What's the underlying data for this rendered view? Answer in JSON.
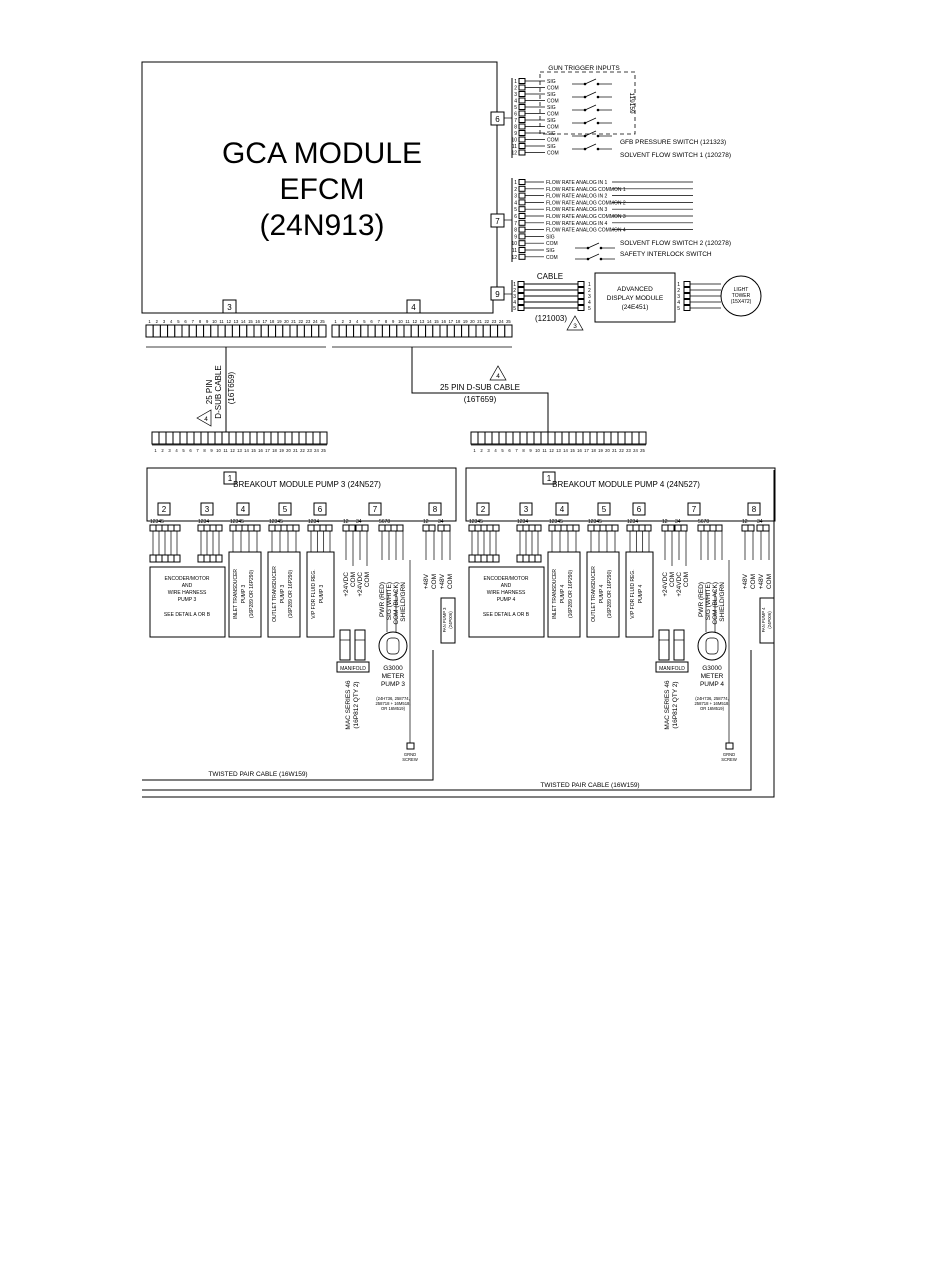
{
  "module": {
    "line1": "GCA MODULE",
    "line2": "EFCM",
    "line3": "(24N913)"
  },
  "gun_trigger": {
    "title": "GUN TRIGGER INPUTS",
    "part": "119159"
  },
  "conn6": {
    "num": "6",
    "pins": [
      "1",
      "2",
      "3",
      "4",
      "5",
      "6",
      "7",
      "8",
      "9",
      "10",
      "11",
      "12"
    ],
    "labels": [
      "SIG",
      "COM",
      "SIG",
      "COM",
      "SIG",
      "COM",
      "SIG",
      "COM",
      "SIG",
      "COM",
      "SIG",
      "COM"
    ],
    "switches": [
      "GFB PRESSURE SWITCH (121323)",
      "SOLVENT FLOW SWITCH 1 (120278)"
    ]
  },
  "conn7": {
    "num": "7",
    "pins": [
      "1",
      "2",
      "3",
      "4",
      "5",
      "6",
      "7",
      "8",
      "9",
      "10",
      "11",
      "12"
    ],
    "labels": [
      "FLOW RATE ANALOG IN 1",
      "FLOW RATE ANALOG COMMON 1",
      "FLOW RATE ANALOG IN 2",
      "FLOW RATE ANALOG COMMON 2",
      "FLOW RATE ANALOG IN 3",
      "FLOW RATE ANALOG COMMON 3",
      "FLOW RATE ANALOG IN 4",
      "FLOW RATE ANALOG COMMON 4",
      "SIG",
      "COM",
      "SIG",
      "COM"
    ],
    "switches": [
      "SOLVENT FLOW SWITCH 2 (120278)",
      "SAFETY INTERLOCK SWITCH"
    ]
  },
  "conn9": {
    "num": "9",
    "pins": [
      "1",
      "2",
      "3",
      "4",
      "5"
    ],
    "cable": "CABLE",
    "cable_part": "(121003)",
    "note": "3"
  },
  "adm": {
    "line1": "ADVANCED",
    "line2": "DISPLAY MODULE",
    "line3": "(24E451)"
  },
  "light": {
    "line1": "LIGHT",
    "line2": "TOWER",
    "line3": "(15X472)"
  },
  "conn3": {
    "num": "3"
  },
  "conn4": {
    "num": "4"
  },
  "dsub_pins": [
    "1",
    "2",
    "3",
    "4",
    "5",
    "6",
    "7",
    "8",
    "9",
    "10",
    "11",
    "12",
    "13",
    "14",
    "15",
    "16",
    "17",
    "18",
    "19",
    "20",
    "21",
    "22",
    "23",
    "24",
    "25"
  ],
  "cable3": {
    "line1": "25 PIN",
    "line2": "D-SUB CABLE",
    "line3": "(16T659)",
    "note": "4"
  },
  "cable4": {
    "line1": "25 PIN D-SUB CABLE",
    "line2": "(16T659)",
    "note": "4"
  },
  "bm3": {
    "num": "1",
    "title": "BREAKOUT MODULE PUMP 3 (24N527)",
    "c2": "2",
    "c3": "3",
    "c4": "4",
    "c5": "5",
    "c6": "6",
    "c7": "7",
    "c8": "8",
    "p5": "12345",
    "p4": "1234",
    "p7a": "12",
    "p7b": "34",
    "p7c": "5678",
    "p8a": "12",
    "p8b": "34",
    "enc": [
      "ENCODER/MOTOR",
      "AND",
      "WIRE HARNESS",
      "PUMP 3",
      "SEE DETAIL A OR B"
    ],
    "inlet": [
      "INLET TRANSDUCER",
      "PUMP 3",
      "(16P289 OR 16P290)"
    ],
    "outlet": [
      "OUTLET TRANSDUCER",
      "PUMP 3",
      "(16P289 OR 16P290)"
    ],
    "vp": [
      "V/P FOR FLUID REG.",
      "PUMP 3"
    ],
    "w24": [
      "+24VDC",
      "COM",
      "+24VDC",
      "COM"
    ],
    "meterw": [
      "PWR (RED)",
      "SIG (WHITE)",
      "COM (BLACK)",
      "SHIELD/GRN"
    ],
    "w48": [
      "+48V",
      "COM",
      "+48V",
      "COM"
    ],
    "fan": [
      "FAN PUMP 3",
      "(24P006)"
    ],
    "valve": [
      "MAC SERIES 46",
      "(16P812 QTY 2)"
    ],
    "manifold": "MANIFOLD",
    "meter": [
      "G3000",
      "METER",
      "PUMP 3"
    ],
    "meterp": [
      "(24H736, 258774,",
      "258718 + 16M518,",
      "OR 16M519)"
    ],
    "grnd": [
      "GRND",
      "SCREW"
    ]
  },
  "bm4": {
    "num": "1",
    "title": "BREAKOUT MODULE PUMP 4 (24N527)",
    "c2": "2",
    "c3": "3",
    "c4": "4",
    "c5": "5",
    "c6": "6",
    "c7": "7",
    "c8": "8",
    "p5": "12345",
    "p4": "1234",
    "p7a": "12",
    "p7b": "34",
    "p7c": "5678",
    "p8a": "12",
    "p8b": "34",
    "enc": [
      "ENCODER/MOTOR",
      "AND",
      "WIRE HARNESS",
      "PUMP 4",
      "SEE DETAIL A OR B"
    ],
    "inlet": [
      "INLET TRANSDUCER",
      "PUMP 4",
      "(16P289 OR 16P290)"
    ],
    "outlet": [
      "OUTLET TRANSDUCER",
      "PUMP 4",
      "(16P289 OR 16P290)"
    ],
    "vp": [
      "V/P FOR FLUID REG.",
      "PUMP 4"
    ],
    "w24": [
      "+24VDC",
      "COM",
      "+24VDC",
      "COM"
    ],
    "meterw": [
      "PWR (RED)",
      "SIG (WHITE)",
      "COM (BLACK)",
      "SHIELD/GRN"
    ],
    "w48": [
      "+48V",
      "COM",
      "+48V",
      "COM"
    ],
    "fan": [
      "FAN PUMP 4",
      "(24P006)"
    ],
    "valve": [
      "MAC SERIES 46",
      "(16P812 QTY 2)"
    ],
    "manifold": "MANIFOLD",
    "meter": [
      "G3000",
      "METER",
      "PUMP 4"
    ],
    "meterp": [
      "(24H736, 258774,",
      "258718 + 16M518,",
      "OR 16M519)"
    ],
    "grnd": [
      "GRND",
      "SCREW"
    ]
  },
  "twisted1": "TWISTED PAIR CABLE (16W159)",
  "twisted2": "TWISTED PAIR CABLE (16W159)"
}
